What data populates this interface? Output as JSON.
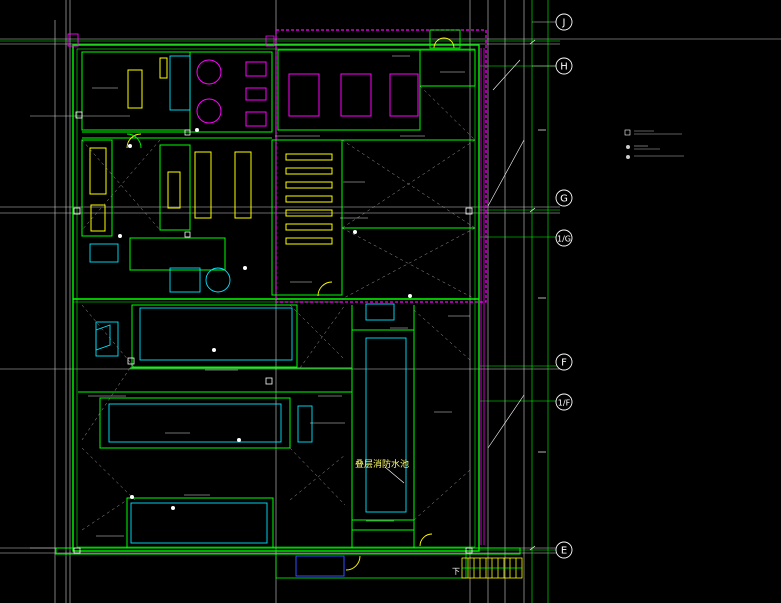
{
  "grid_bubbles": [
    "J",
    "H",
    "G",
    "1/G",
    "F",
    "1/F",
    "E"
  ],
  "callout_label": "叠层消防水池",
  "stair_label": "下",
  "colors": {
    "background": "#000000",
    "wall_green": "#00ff00",
    "magenta_boundary": "#ff00ff",
    "fixture_yellow": "#ffff00",
    "cyan_outline": "#00e5ff",
    "grid_line": "#ffffff",
    "blue_line": "#3050ff"
  }
}
